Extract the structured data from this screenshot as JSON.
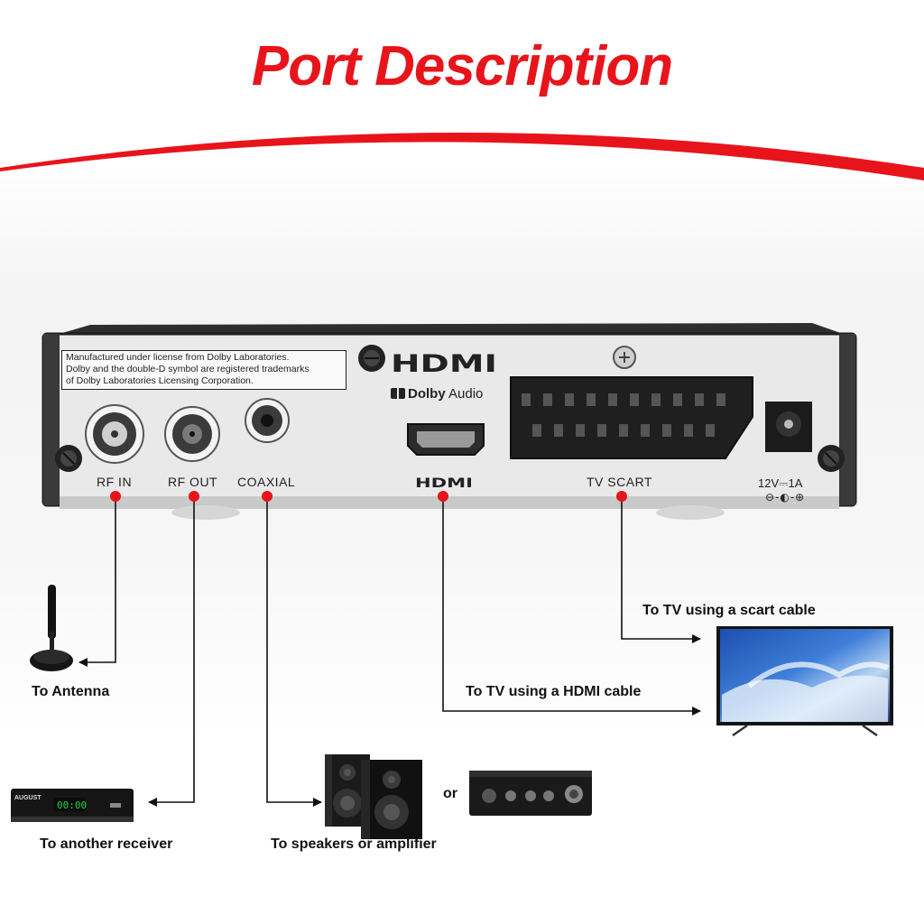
{
  "title": "Port Description",
  "device": {
    "notice_lines": [
      "Manufactured under license from Dolby Laboratories.",
      "Dolby and the double-D symbol are registered trademarks",
      "of Dolby Laboratories Licensing Corporation."
    ],
    "hdmi_logo": "HDMI",
    "dolby_brand": "Dolby",
    "dolby_audio": "Audio",
    "power_rating": "12V⎓1A",
    "power_polarity": "⊖-◐-⊕"
  },
  "ports": [
    {
      "label": "RF IN"
    },
    {
      "label": "RF OUT"
    },
    {
      "label": "COAXIAL"
    },
    {
      "label": "HDMI"
    },
    {
      "label": "TV SCART"
    }
  ],
  "connections": {
    "antenna": "To Antenna",
    "receiver": "To another receiver",
    "speakers": "To speakers or amplifier",
    "or": "or",
    "hdmi_tv": "To TV using a HDMI cable",
    "scart_tv": "To TV using a scart cable"
  },
  "receiver_display": "00:00",
  "receiver_brand": "AUGUST",
  "colors": {
    "accent": "#e8141b",
    "line": "#111111"
  }
}
